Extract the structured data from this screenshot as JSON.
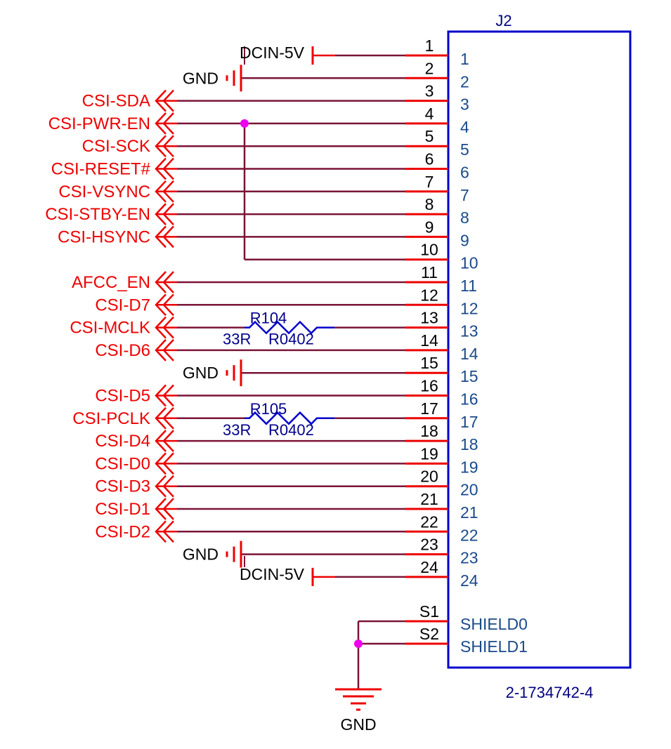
{
  "connector": {
    "refdes": "J2",
    "part_number": "2-1734742-4",
    "pins": [
      {
        "num": "1",
        "pad": "1"
      },
      {
        "num": "2",
        "pad": "2"
      },
      {
        "num": "3",
        "pad": "3"
      },
      {
        "num": "4",
        "pad": "4"
      },
      {
        "num": "5",
        "pad": "5"
      },
      {
        "num": "6",
        "pad": "6"
      },
      {
        "num": "7",
        "pad": "7"
      },
      {
        "num": "8",
        "pad": "8"
      },
      {
        "num": "9",
        "pad": "9"
      },
      {
        "num": "10",
        "pad": "10"
      },
      {
        "num": "11",
        "pad": "11"
      },
      {
        "num": "12",
        "pad": "12"
      },
      {
        "num": "13",
        "pad": "13"
      },
      {
        "num": "14",
        "pad": "14"
      },
      {
        "num": "15",
        "pad": "15"
      },
      {
        "num": "16",
        "pad": "16"
      },
      {
        "num": "17",
        "pad": "17"
      },
      {
        "num": "18",
        "pad": "18"
      },
      {
        "num": "19",
        "pad": "19"
      },
      {
        "num": "20",
        "pad": "20"
      },
      {
        "num": "21",
        "pad": "21"
      },
      {
        "num": "22",
        "pad": "22"
      },
      {
        "num": "23",
        "pad": "23"
      },
      {
        "num": "24",
        "pad": "24"
      },
      {
        "num": "S1",
        "pad": "SHIELD0"
      },
      {
        "num": "S2",
        "pad": "SHIELD1"
      }
    ]
  },
  "nets": [
    {
      "pin": 3,
      "label": "CSI-SDA"
    },
    {
      "pin": 4,
      "label": "CSI-PWR-EN"
    },
    {
      "pin": 5,
      "label": "CSI-SCK"
    },
    {
      "pin": 6,
      "label": "CSI-RESET#"
    },
    {
      "pin": 7,
      "label": "CSI-VSYNC"
    },
    {
      "pin": 8,
      "label": "CSI-STBY-EN"
    },
    {
      "pin": 9,
      "label": "CSI-HSYNC"
    },
    {
      "pin": 11,
      "label": "AFCC_EN"
    },
    {
      "pin": 12,
      "label": "CSI-D7"
    },
    {
      "pin": 13,
      "label": "CSI-MCLK"
    },
    {
      "pin": 14,
      "label": "CSI-D6"
    },
    {
      "pin": 16,
      "label": "CSI-D5"
    },
    {
      "pin": 17,
      "label": "CSI-PCLK"
    },
    {
      "pin": 18,
      "label": "CSI-D4"
    },
    {
      "pin": 19,
      "label": "CSI-D0"
    },
    {
      "pin": 20,
      "label": "CSI-D3"
    },
    {
      "pin": 21,
      "label": "CSI-D1"
    },
    {
      "pin": 22,
      "label": "CSI-D2"
    }
  ],
  "power": [
    {
      "pin": 1,
      "label": "DCIN-5V",
      "kind": "rail"
    },
    {
      "pin": 2,
      "label": "GND",
      "kind": "ground"
    },
    {
      "pin": 15,
      "label": "GND",
      "kind": "ground"
    },
    {
      "pin": 23,
      "label": "GND",
      "kind": "ground"
    },
    {
      "pin": 24,
      "label": "DCIN-5V",
      "kind": "rail"
    }
  ],
  "resistors": [
    {
      "pin": 13,
      "refdes": "R104",
      "value": "33R",
      "package": "R0402"
    },
    {
      "pin": 17,
      "refdes": "R105",
      "value": "33R",
      "package": "R0402"
    }
  ],
  "shield_ground_label": "GND",
  "colors": {
    "wire": "#7a1436",
    "pin_stub": "#ee0000",
    "net_label": "#ee0000",
    "body": "#0000cc",
    "junction": "#ee00ee",
    "resistor": "#0000cc",
    "pad_text": "#1a4a8a"
  }
}
